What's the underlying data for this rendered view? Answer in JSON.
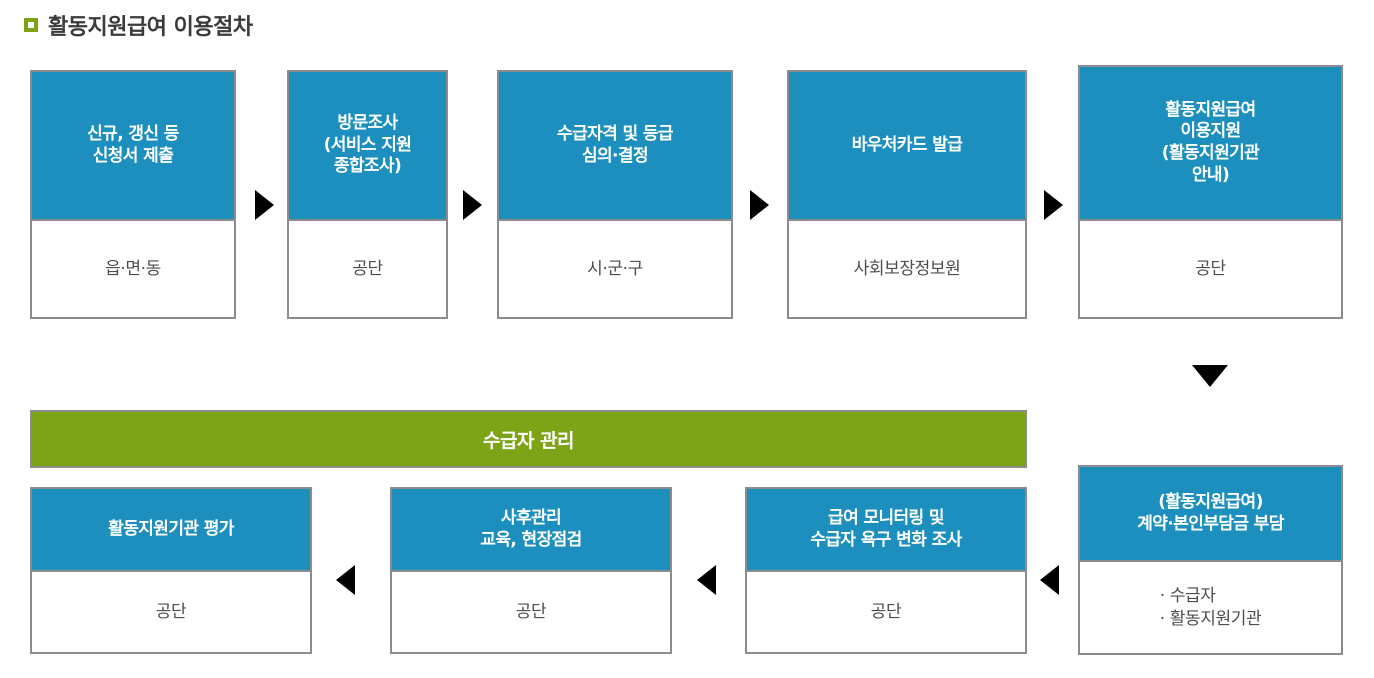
{
  "page": {
    "title": "활동지원급여 이용절차",
    "bullet_icon": "square-bullet-icon",
    "accent_blue": "#1c8fbe",
    "accent_green": "#7da316",
    "border_gray": "#8c8c8c",
    "arrow_color": "#000000"
  },
  "row1": {
    "steps": [
      {
        "head": "신규, 갱신 등\n신청서 제출",
        "body": "읍·면·동"
      },
      {
        "head": "방문조사\n(서비스 지원\n종합조사)",
        "body": "공단"
      },
      {
        "head": "수급자격 및 등급\n심의·결정",
        "body": "시·군·구"
      },
      {
        "head": "바우처카드 발급",
        "body": "사회보장정보원"
      },
      {
        "head": "활동지원급여\n이용지원\n(활동지원기관\n안내)",
        "body": "공단"
      }
    ],
    "connectors": [
      "arrow-right-icon",
      "arrow-right-icon",
      "arrow-right-icon",
      "arrow-right-icon"
    ]
  },
  "vertical_connector": "arrow-down-icon",
  "row2": {
    "banner": {
      "label": "수급자 관리"
    },
    "right_step": {
      "head": "(활동지원급여)\n계약·본인부담금 부담",
      "body": "· 수급자\n· 활동지원기관"
    },
    "steps": [
      {
        "head": "활동지원기관 평가",
        "body": "공단"
      },
      {
        "head": "사후관리\n교육, 현장점검",
        "body": "공단"
      },
      {
        "head": "급여 모니터링 및\n수급자 욕구 변화 조사",
        "body": "공단"
      }
    ],
    "connectors": [
      "arrow-left-icon",
      "arrow-left-icon",
      "arrow-left-icon"
    ]
  }
}
